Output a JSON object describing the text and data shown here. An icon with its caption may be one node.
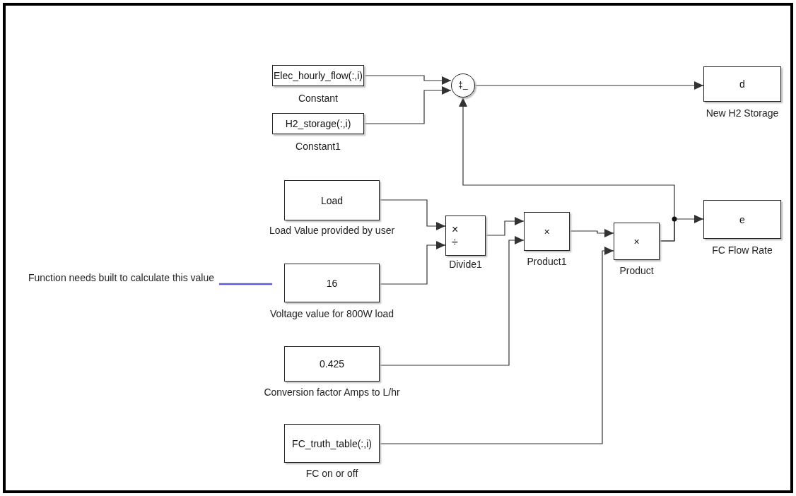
{
  "diagram": {
    "nodes": [
      {
        "text": [
          "Elec_hourly_flow(:,i)"
        ],
        "beside": [
          "Constant"
        ]
      },
      {
        "text": [
          "H2_storage(:,i)"
        ],
        "beside": [
          "Constant1"
        ]
      },
      {
        "text": [
          "‡_"
        ]
      },
      {
        "text": [
          "d"
        ],
        "beside": [
          "New H2 Storage"
        ]
      },
      {
        "text": [
          "Load"
        ],
        "beside": [
          "Load Value provided by user"
        ]
      },
      {
        "text": [
          "16"
        ],
        "beside": [
          "Voltage value for 800W load"
        ]
      },
      {
        "text": [
          "×",
          "÷"
        ],
        "beside": [
          "Divide1"
        ]
      },
      {
        "text": [
          "×"
        ],
        "beside": [
          "Product1"
        ]
      },
      {
        "text": [
          "0.425"
        ],
        "beside": [
          "Conversion factor Amps to L/hr"
        ]
      },
      {
        "text": [
          "×"
        ],
        "beside": [
          "Product"
        ]
      },
      {
        "text": [
          "FC_truth_table(:,i)"
        ],
        "beside": [
          "FC on or off"
        ]
      },
      {
        "text": [
          "e"
        ],
        "beside": [
          "FC Flow Rate"
        ]
      },
      {
        "text": [
          "Function needs built to calculate this value"
        ]
      }
    ],
    "edges": [
      {
        "from": 0,
        "to": 2,
        "arrow": "to"
      },
      {
        "from": 1,
        "to": 2,
        "arrow": "to"
      },
      {
        "from": 9,
        "to": 2,
        "arrow": "to"
      },
      {
        "from": 2,
        "to": 3,
        "arrow": "to"
      },
      {
        "from": 9,
        "to": 11,
        "arrow": "to"
      },
      {
        "from": 4,
        "to": 6,
        "arrow": "to"
      },
      {
        "from": 5,
        "to": 6,
        "arrow": "to"
      },
      {
        "from": 6,
        "to": 7,
        "arrow": "to"
      },
      {
        "from": 8,
        "to": 7,
        "arrow": "to"
      },
      {
        "from": 7,
        "to": 9,
        "arrow": "to"
      },
      {
        "from": 10,
        "to": 9,
        "arrow": "to"
      },
      {
        "from": 12,
        "to": null,
        "arrow": "none",
        "color": "#5b5bd6"
      }
    ]
  }
}
